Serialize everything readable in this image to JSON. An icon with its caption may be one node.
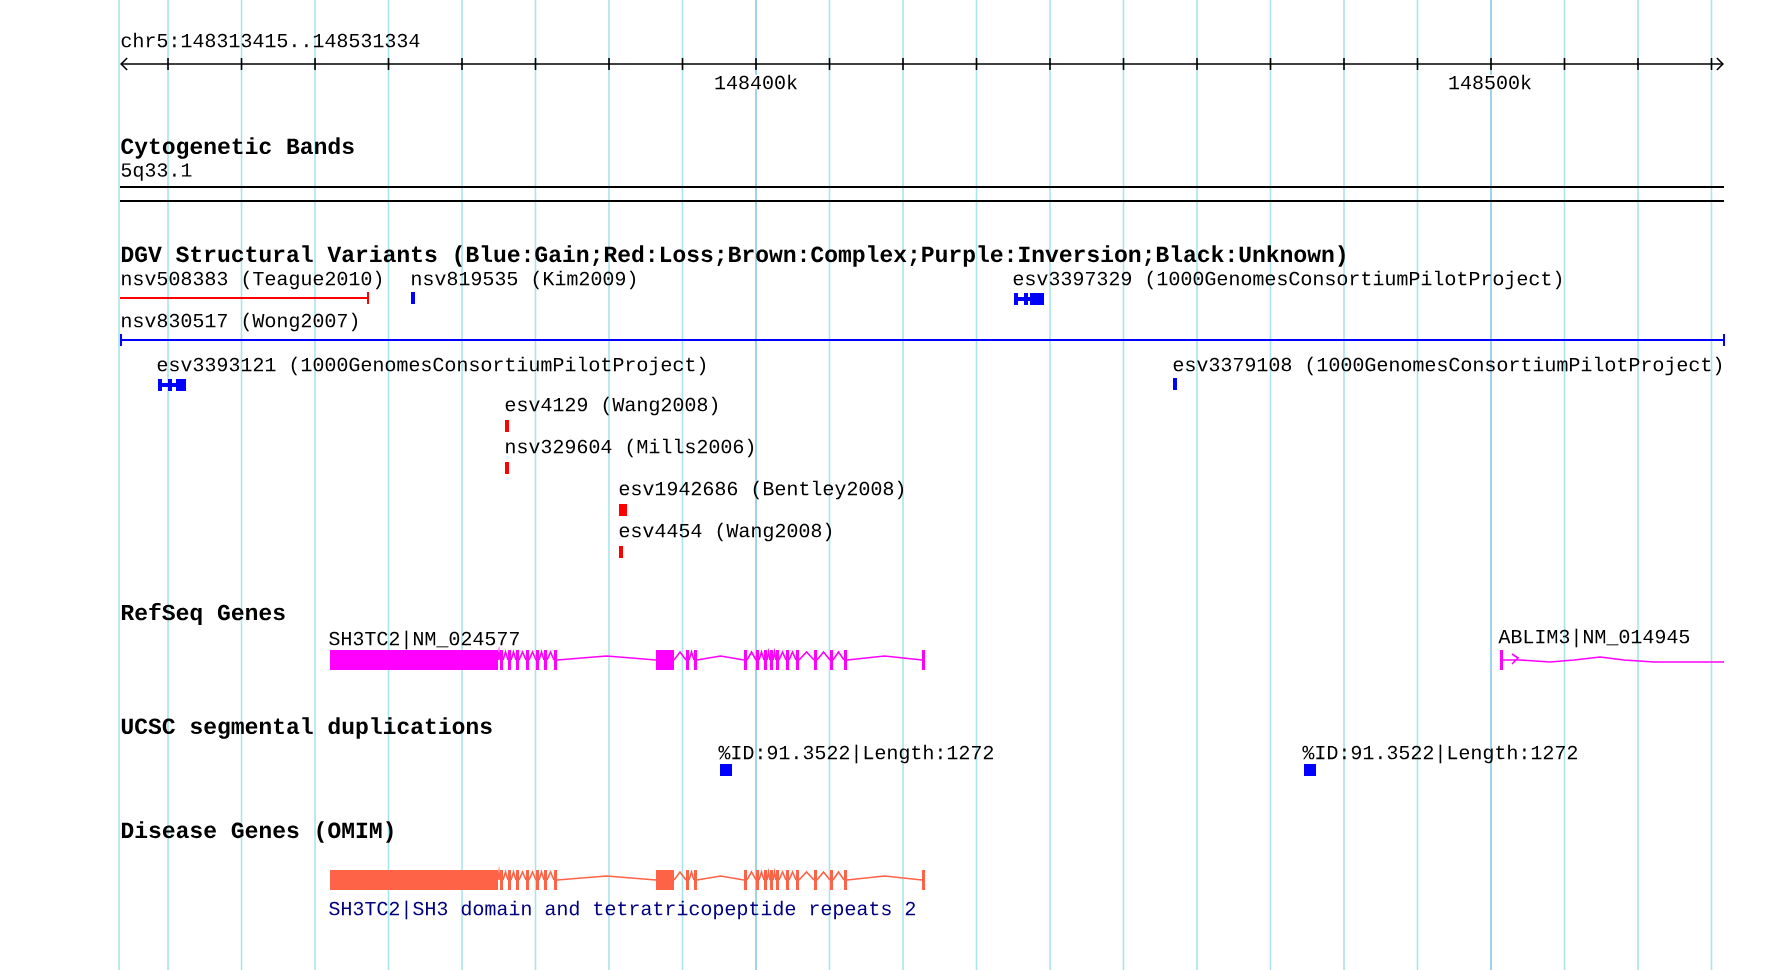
{
  "diagram": {
    "labels": [
      "chr5:148313415..148531334",
      "148400k",
      "148500k",
      "Cytogenetic Bands",
      "5q33.1",
      "DGV Structural Variants (Blue:Gain;Red:Loss;Brown:Complex;Purple:Inversion;Black:Unknown)",
      "nsv508383 (Teague2010)",
      "nsv819535 (Kim2009)",
      "esv3397329 (1000GenomesConsortiumPilotProject)",
      "nsv830517 (Wong2007)",
      "esv3393121 (1000GenomesConsortiumPilotProject)",
      "esv3379108 (1000GenomesConsortiumPilotProject)",
      "esv4129 (Wang2008)",
      "nsv329604 (Mills2006)",
      "esv1942686 (Bentley2008)",
      "esv4454 (Wang2008)",
      "RefSeq Genes",
      "SH3TC2|NM_024577",
      "ABLIM3|NM_014945",
      "UCSC segmental duplications",
      "%ID:91.3522|Length:1272",
      "%ID:91.3522|Length:1272",
      "Disease Genes (OMIM)",
      "SH3TC2|SH3 domain and tetratricopeptide repeats 2"
    ]
  }
}
